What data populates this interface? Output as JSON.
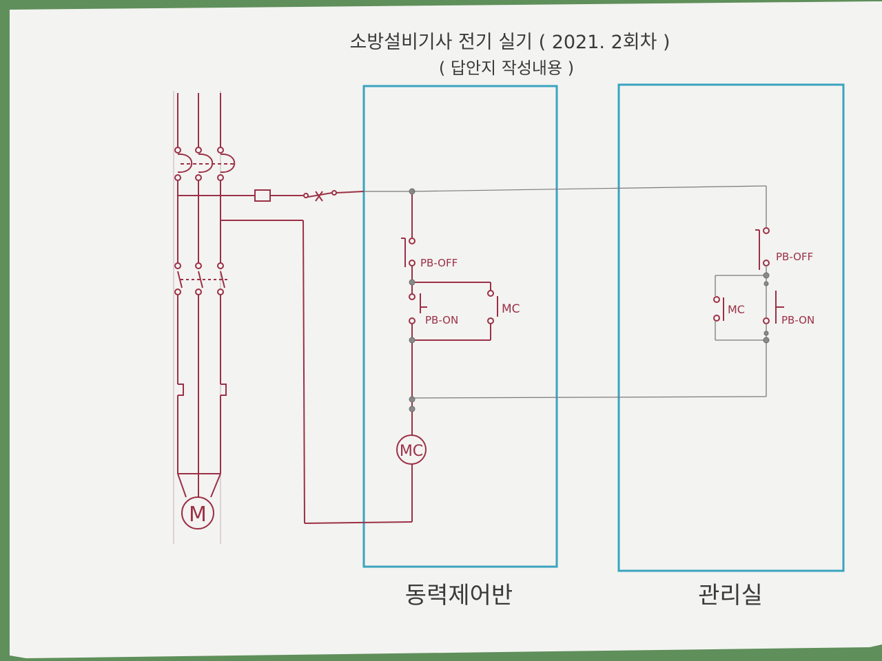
{
  "title": {
    "line1": "소방설비기사 전기 실기 ( 2021. 2회차 )",
    "line2": "( 답안지 작성내용 )"
  },
  "labels": {
    "pb_off": "PB-OFF",
    "pb_on": "PB-ON",
    "mc": "MC",
    "motor": "M",
    "panel_power": "동력제어반",
    "panel_control_room": "관리실"
  },
  "colors": {
    "wire": "#9b2f45",
    "link": "#6c6c6c",
    "panel_border": "#3aa3c0",
    "paper": "#f4f4f2",
    "ink": "#3a3a3a"
  }
}
